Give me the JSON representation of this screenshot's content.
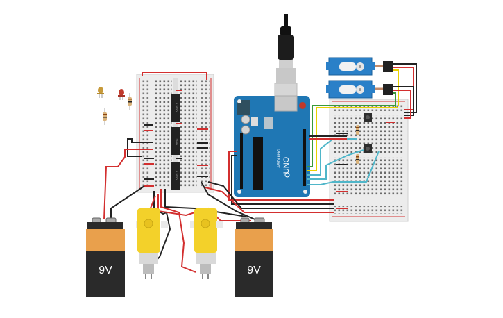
{
  "components": {
    "arduino": {
      "brand_label": "ARDUINO",
      "model_label": "UNO"
    },
    "battery_left": {
      "voltage_label": "9V"
    },
    "battery_right": {
      "voltage_label": "9V"
    },
    "motor_driver_chips": [
      {
        "label": "L293D"
      },
      {
        "label": "L293D"
      },
      {
        "label": "L293D"
      }
    ]
  },
  "colors": {
    "wire_red": "#d32f2f",
    "wire_black": "#222222",
    "wire_cyan": "#4fb6c9",
    "wire_yellow": "#e8d200",
    "wire_green": "#3a9a3a",
    "arduino_blue": "#1f77b4",
    "servo_blue": "#2a80c8",
    "motor_yellow": "#f3d12a",
    "battery_orange": "#e9a04c"
  }
}
